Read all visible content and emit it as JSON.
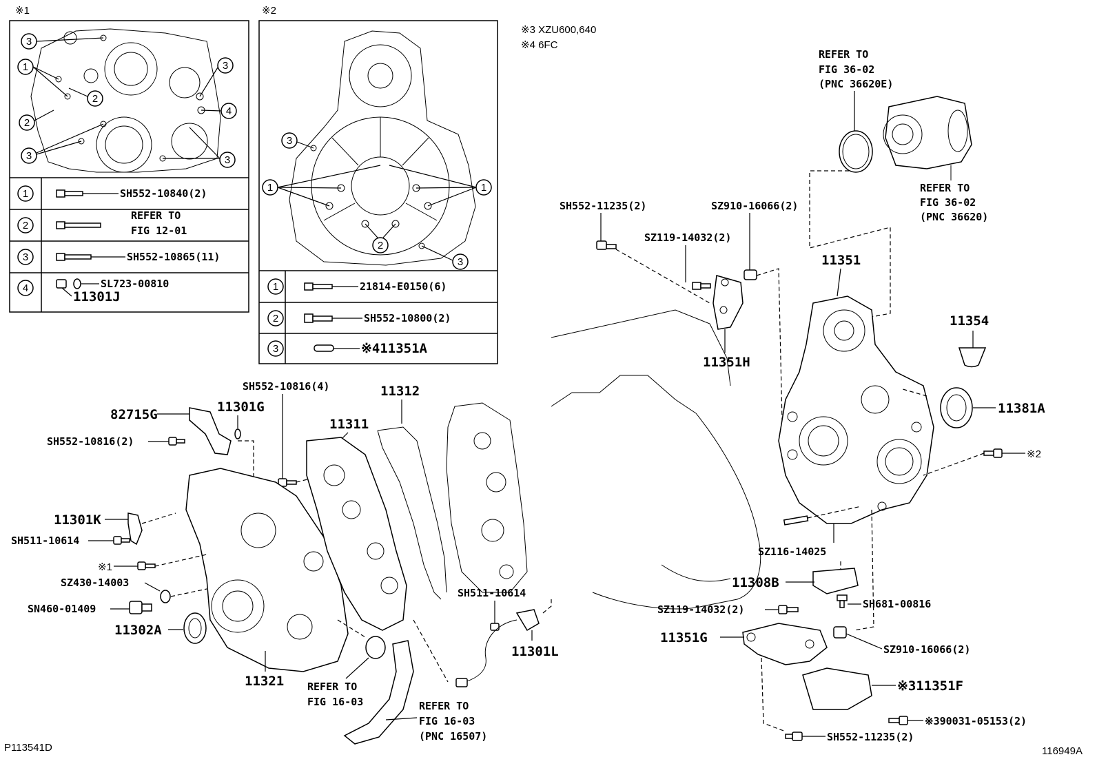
{
  "inset1": {
    "mark": "※1",
    "rows": [
      {
        "no": "1",
        "parts": [
          "SH552-10840(2)"
        ]
      },
      {
        "no": "2",
        "parts": [
          "REFER TO",
          "FIG 12-01"
        ]
      },
      {
        "no": "3",
        "parts": [
          "SH552-10865(11)"
        ]
      },
      {
        "no": "4",
        "parts": [
          "SL723-00810",
          "11301J"
        ]
      }
    ],
    "callouts": [
      "3",
      "1",
      "2",
      "2",
      "3",
      "3",
      "4",
      "3"
    ]
  },
  "inset2": {
    "mark": "※2",
    "rows": [
      {
        "no": "1",
        "parts": [
          "21814-E0150(6)"
        ]
      },
      {
        "no": "2",
        "parts": [
          "SH552-10800(2)"
        ]
      },
      {
        "no": "3",
        "parts": [
          "※411351A"
        ]
      }
    ],
    "callouts": [
      "3",
      "1",
      "1",
      "2",
      "3"
    ]
  },
  "notes": [
    "※3 XZU600,640",
    "※4 6FC"
  ],
  "labels": {
    "refer_36_02_e": [
      "REFER TO",
      "FIG 36-02",
      "(PNC 36620E)"
    ],
    "refer_36_02": [
      "REFER TO",
      "FIG 36-02",
      "(PNC 36620)"
    ],
    "sh552_11235_top": "SH552-11235(2)",
    "sz910_16066_top": "SZ910-16066(2)",
    "sz119_14032_top": "SZ119-14032(2)",
    "p11351": "11351",
    "p11351h": "11351H",
    "p11354": "11354",
    "p11381a": "11381A",
    "mark2": "※2",
    "sz116_14025": "SZ116-14025",
    "p11308b": "11308B",
    "sh681_00816": "SH681-00816",
    "sz119_14032_bot": "SZ119-14032(2)",
    "p11351g": "11351G",
    "sz910_16066_bot": "SZ910-16066(2)",
    "p11351f": "※311351F",
    "p390031": "※390031-05153(2)",
    "sh552_11235_bot": "SH552-11235(2)",
    "sh552_10816_4": "SH552-10816(4)",
    "p82715g": "82715G",
    "p11301g": "11301G",
    "sh552_10816_2": "SH552-10816(2)",
    "p11311": "11311",
    "p11312": "11312",
    "p11301k": "11301K",
    "sh511_10614_left": "SH511-10614",
    "mark1": "※1",
    "sz430_14003": "SZ430-14003",
    "sn460_01409": "SN460-01409",
    "p11302a": "11302A",
    "p11321": "11321",
    "refer_16_03": [
      "REFER TO",
      "FIG 16-03"
    ],
    "refer_16_03_pnc": [
      "REFER TO",
      "FIG 16-03",
      "(PNC 16507)"
    ],
    "sh511_10614_right": "SH511-10614",
    "p11301l": "11301L"
  },
  "footer": {
    "left": "P113541D",
    "right": "116949A"
  }
}
